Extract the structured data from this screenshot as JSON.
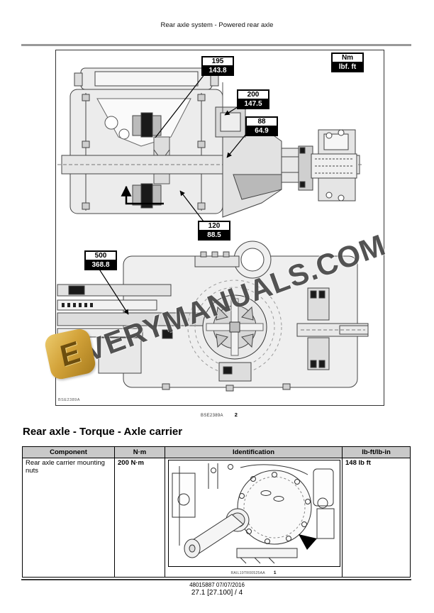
{
  "page": {
    "header": "Rear axle system - Powered rear axle",
    "footer_line1": "48015887 07/07/2016",
    "footer_line2": "27.1 [27.100] / 4"
  },
  "figure": {
    "legend": {
      "metric": "Nm",
      "imperial": "lbf. ft"
    },
    "callouts": [
      {
        "nm": "195",
        "lbf": "143.8"
      },
      {
        "nm": "200",
        "lbf": "147.5"
      },
      {
        "nm": "88",
        "lbf": "64.9"
      },
      {
        "nm": "120",
        "lbf": "88.5"
      },
      {
        "nm": "500",
        "lbf": "368.8"
      }
    ],
    "inner_ref": "BSE2389A",
    "caption_ref": "BSE2389A",
    "caption_num": "2",
    "watermark": {
      "text": "EVERYMANUALS.COM",
      "logo_letter": "E"
    }
  },
  "section": {
    "title": "Rear axle - Torque - Axle carrier",
    "table": {
      "headers": [
        "Component",
        "N·m",
        "Identification",
        "lb-ft/lb-in"
      ],
      "row": {
        "component": "Rear axle carrier mounting nuts",
        "nm": "200 N·m",
        "photo_ref": "RAIL19TR00525AA",
        "photo_num": "1",
        "lbft": "148 lb ft"
      }
    }
  }
}
